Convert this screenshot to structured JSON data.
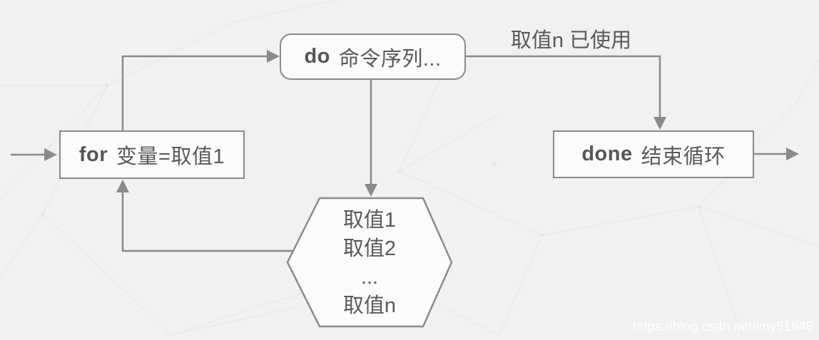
{
  "nodes": {
    "for_node": {
      "keyword": "for",
      "label": "变量=取值1"
    },
    "do_node": {
      "keyword": "do",
      "label": "命令序列..."
    },
    "done_node": {
      "keyword": "done",
      "label": "结束循环"
    },
    "values_hexagon": {
      "lines": [
        "取值1",
        "取值2",
        "...",
        "取值n"
      ]
    }
  },
  "edge_labels": {
    "do_to_done": "取值n 已使用"
  },
  "watermark": "https://blog.csdn.net/lmy51848",
  "colors": {
    "line": "#8a8a8a",
    "text": "#595959",
    "node_fill": "#fcfcfc",
    "canvas_bg": "#f1f1f2",
    "watermark_text": "#ffffff"
  }
}
